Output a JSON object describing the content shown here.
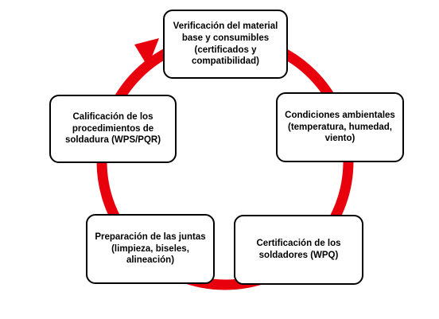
{
  "diagram": {
    "type": "cycle",
    "arrow_color": "#e8000d",
    "box_border_color": "#000000",
    "steps": [
      {
        "label": "Verificación del material\nbase y consumibles\n(certificados y\ncompatibilidad)"
      },
      {
        "label": "Condiciones ambientales\n(temperatura, humedad,\nviento)"
      },
      {
        "label": "Certificación de los\nsoldadores (WPQ)"
      },
      {
        "label": "Preparación de las juntas\n(limpieza, biseles,\nalineación)"
      },
      {
        "label": "Calificación de los\nprocedimientos de\nsoldadura (WPS/PQR)"
      }
    ]
  }
}
